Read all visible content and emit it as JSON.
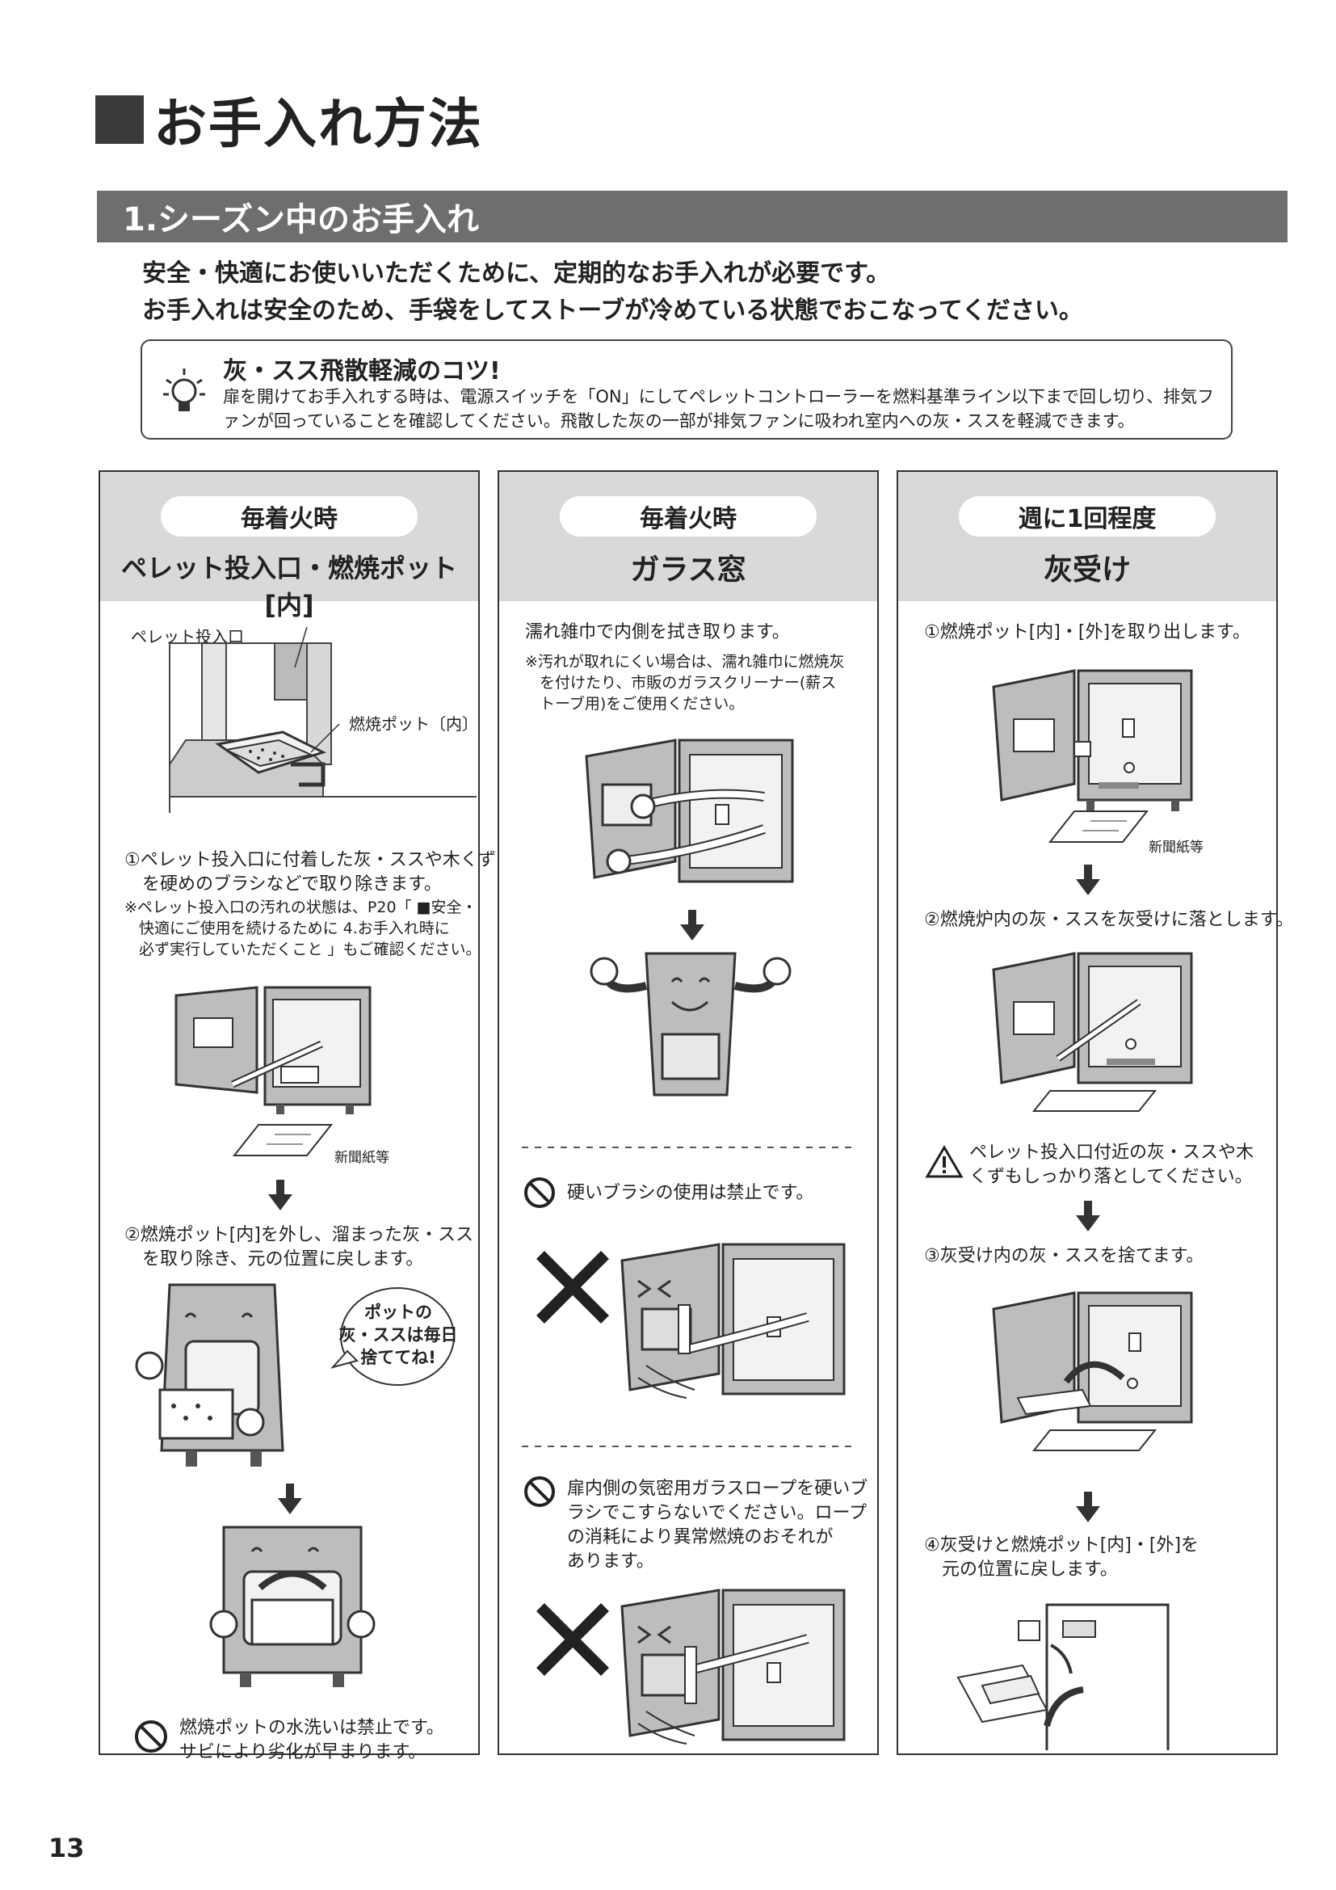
{
  "page": {
    "title": "お手入れ方法",
    "section": "1.シーズン中のお手入れ",
    "intro": [
      "安全・快適にお使いいただくために、定期的なお手入れが必要です。",
      "お手入れは安全のため、手袋をしてストーブが冷めている状態でおこなってください。"
    ],
    "page_number": "13"
  },
  "tip": {
    "title": "灰・スス飛散軽減のコツ!",
    "body": "扉を開けてお手入れする時は、電源スイッチを「ON」にしてペレットコントローラーを燃料基準ライン以下まで回し切り、排気ファンが回っていることを確認してください。飛散した灰の一部が排気ファンに吸われ室内への灰・ススを軽減できます。"
  },
  "columns": [
    {
      "frequency": "毎着火時",
      "title": "ペレット投入口・燃焼ポット[内]",
      "label_inlet": "ペレット投入口",
      "label_pot": "燃焼ポット〔内〕",
      "step1": [
        "①ペレット投入口に付着した灰・ススや木くず",
        "を硬めのブラシなどで取り除きます。"
      ],
      "note1": [
        "※ペレット投入口の汚れの状態は、P20「 ■安全・",
        "快適にご使用を続けるために 4.お手入れ時に",
        "必ず実行していただくこと 」もご確認ください。"
      ],
      "newspaper": "新聞紙等",
      "step2": [
        "②燃焼ポット[内]を外し、溜まった灰・スス",
        "を取り除き、元の位置に戻します。"
      ],
      "bubble": [
        "ポットの",
        "灰・ススは毎日",
        "捨ててね!"
      ],
      "warning": [
        "燃焼ポットの水洗いは禁止です。",
        "サビにより劣化が早まります。"
      ]
    },
    {
      "frequency": "毎着火時",
      "title": "ガラス窓",
      "step1": "濡れ雑巾で内側を拭き取ります。",
      "note1": [
        "※汚れが取れにくい場合は、濡れ雑巾に燃焼灰",
        "を付けたり、市販のガラスクリーナー(薪ス",
        "トーブ用)をご使用ください。"
      ],
      "warning1": "硬いブラシの使用は禁止です。",
      "warning2": [
        "扉内側の気密用ガラスロープを硬いブ",
        "ラシでこすらないでください。ロープ",
        "の消耗により異常燃焼のおそれが",
        "あります。"
      ]
    },
    {
      "frequency": "週に1回程度",
      "title": "灰受け",
      "step1": "①燃焼ポット[内]・[外]を取り出します。",
      "newspaper": "新聞紙等",
      "step2": "②燃焼炉内の灰・ススを灰受けに落とします。",
      "caution": [
        "ペレット投入口付近の灰・ススや木",
        "くずもしっかり落としてください。"
      ],
      "step3": "③灰受け内の灰・ススを捨てます。",
      "step4": [
        "④灰受けと燃焼ポット[内]・[外]を",
        "元の位置に戻します。"
      ]
    }
  ]
}
